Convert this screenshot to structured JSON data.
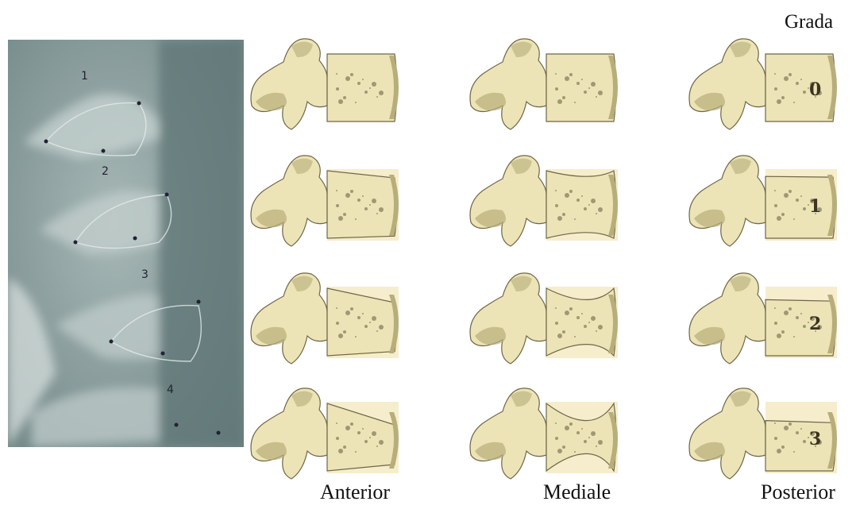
{
  "grade_header": "Grada",
  "columns": [
    {
      "label": "Anterior"
    },
    {
      "label": "Mediale"
    },
    {
      "label": "Posterior"
    }
  ],
  "grades": [
    "0",
    "1",
    "2",
    "3"
  ],
  "xray": {
    "vertebra_numbers": [
      "1",
      "2",
      "3",
      "4"
    ]
  },
  "colors": {
    "bone": "#ece4b6",
    "bone_shadow": "#b8ae7a",
    "outline": "#6e6647",
    "band": "#f6edcc",
    "xray_base": "#7f9494"
  }
}
